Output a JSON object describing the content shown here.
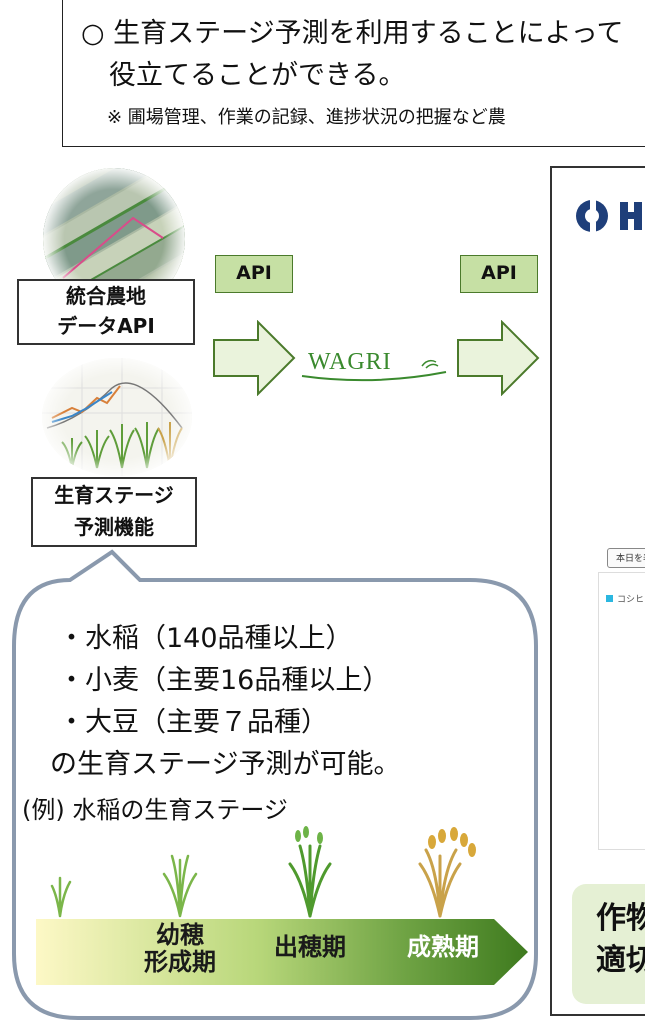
{
  "header": {
    "line1": "○  生育ステージ予測を利用することによって",
    "line2": "役立てることができる。",
    "note": "※ 圃場管理、作業の記録、進捗状況の把握など農"
  },
  "labels": {
    "farmland_api_line1": "統合農地",
    "farmland_api_line2": "データAPI",
    "growth_stage_line1": "生育ステージ",
    "growth_stage_line2": "予測機能"
  },
  "api_tags": {
    "left": "API",
    "right": "API"
  },
  "logo_text": "WAGRI",
  "bubble": {
    "item1": "・水稲（140品種以上）",
    "item2": "・小麦（主要16品種以上）",
    "item3": "・大豆（主要７品種）",
    "summary": "の生育ステージ予測が可能。",
    "example": "(例) 水稲の生育ステージ"
  },
  "stages": {
    "stage1_line1": "幼穂",
    "stage1_line2": "形成期",
    "stage2": "出穂期",
    "stage3": "成熟期"
  },
  "panel": {
    "button": "本日を表",
    "legend": "コシヒカリ",
    "green_line1": "作物",
    "green_line2": "適切"
  },
  "colors": {
    "api_fill": "#c6e0a4",
    "arrow_fill": "#eaf3dc",
    "arrow_stroke": "#4b7a2b",
    "stage_bar_start": "#fdf8c6",
    "stage_bar_end": "#3e7a1e",
    "bubble_stroke": "#8a99ad",
    "wagri_green": "#3a8a2e"
  }
}
